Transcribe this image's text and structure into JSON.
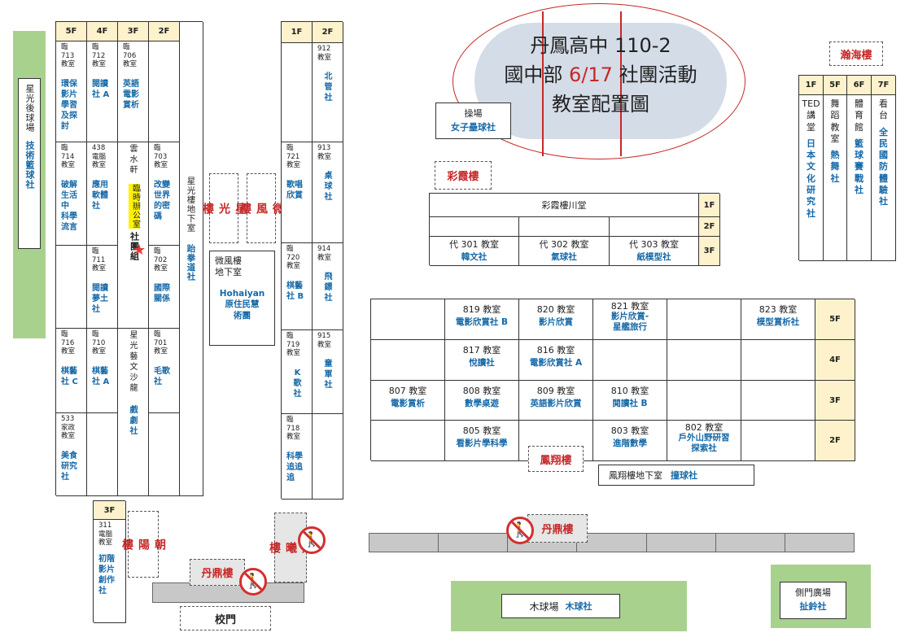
{
  "title": {
    "line1": "丹鳳高中 110-2",
    "line2a": "國中部 ",
    "line2b": "6/17",
    "line2c": " 社團活動",
    "line3": "教室配置圖"
  },
  "left_block": {
    "floors": [
      "5F",
      "4F",
      "3F",
      "2F"
    ],
    "r1": [
      {
        "room": "臨\n713\n教室",
        "club": "環保\n影片\n學習\n及探\n討"
      },
      {
        "room": "臨\n712\n教室",
        "club": "閱讀\n社 A"
      },
      {
        "room": "臨\n706\n教室",
        "club": "英語\n電影\n賞析"
      }
    ],
    "r2": [
      {
        "room": "臨\n714\n教室",
        "club": "破解\n生活\n中\n科學\n流言"
      },
      {
        "room": "438\n電腦\n教室",
        "club": "應用\n軟體\n社"
      },
      {
        "room": "雲\n水\n軒",
        "club": ""
      },
      {
        "room": "臨\n703\n教室",
        "club": "改變\n世界\n的密\n碼"
      }
    ],
    "r3": [
      {
        "room": "臨\n711\n教室",
        "club": "閱讀\n夢土\n社"
      },
      {
        "room": "臨\n702\n教室",
        "club": "國際\n關係"
      }
    ],
    "r4": [
      {
        "room": "臨\n716\n教室",
        "club": "棋藝\n社 C"
      },
      {
        "room": "臨\n710\n教室",
        "club": "棋藝\n社 A"
      },
      {
        "room": "星\n光\n藝\n文\n沙\n龍",
        "club": "戲\n劇\n社"
      },
      {
        "room": "臨\n701\n教室",
        "club": "毛歌\n社"
      }
    ],
    "r5": [
      {
        "room": "533\n家政\n教室",
        "club": "美食\n研究\n社"
      }
    ],
    "office": "臨時辦公室",
    "office_club": "社團組",
    "basement": "星光樓地下室",
    "basement_club": "跆拳道社"
  },
  "right_block": {
    "floors": [
      "1F",
      "2F"
    ],
    "rows": [
      {
        "room": "",
        "club": ""
      },
      {
        "room": "臨\n721\n教室",
        "club": "歌唱\n欣賞"
      },
      {
        "room": "臨\n720\n教室",
        "club": "棋藝\n社 B"
      },
      {
        "room": "臨\n719\n教室",
        "club": "K\n歌\n社"
      },
      {
        "room": "臨\n718\n教室",
        "club": "科學\n追追\n追"
      }
    ],
    "rows2": [
      {
        "room": "912\n教室",
        "club": "北\n管\n社"
      },
      {
        "room": "913\n教室",
        "club": "桌\n球\n社"
      },
      {
        "room": "914\n教室",
        "club": "飛\n鏢\n社"
      },
      {
        "room": "915\n教室",
        "club": "童\n軍\n社"
      },
      {
        "room": "",
        "club": ""
      }
    ]
  },
  "chaoyang": {
    "floor": "3F",
    "room": "311\n電腦\n教室",
    "club": "初階\n影片\n創作\n社",
    "label": "朝\n陽\n樓"
  },
  "buildings": {
    "xingguang": "星\n光\n樓",
    "weifeng": "微\n風\n樓",
    "yingxi": "迎\n曦\n樓",
    "caixia": "彩霞樓",
    "hanhai": "瀚海樓",
    "fengxiang": "鳳翔樓",
    "danding": "丹鼎樓"
  },
  "weifeng_basement": {
    "room": "微風樓\n地下室",
    "club": "Hohaiyan\n原住民慧\n術團"
  },
  "sports": {
    "back_field": "星光後球場",
    "back_field_club": "技術籃球社",
    "playground": "操場",
    "playground_club": "女子壘球社",
    "wood": "木球場",
    "wood_club": "木球社",
    "side": "側門廣場",
    "side_club": "扯鈴社",
    "gate": "校門"
  },
  "caixia_block": {
    "hall": "彩霞樓川堂",
    "floors": [
      "1F",
      "2F",
      "3F"
    ],
    "rooms": [
      {
        "room": "代 301 教室",
        "club": "韓文社"
      },
      {
        "room": "代 302 教室",
        "club": "氣球社"
      },
      {
        "room": "代 303 教室",
        "club": "紙模型社"
      }
    ]
  },
  "hanhai_block": {
    "floors": [
      "1F",
      "5F",
      "6F",
      "7F"
    ],
    "cols": [
      {
        "room": "TED\n講\n堂",
        "club": "日\n本\n文\n化\n研\n究\n社"
      },
      {
        "room": "舞\n蹈\n教\n室",
        "club": "熱\n舞\n社"
      },
      {
        "room": "體\n育\n館",
        "club": "籃\n球\n賽\n戰\n社"
      },
      {
        "room": "看\n台",
        "club": "全\n民\n國\n防\n體\n驗\n社"
      }
    ]
  },
  "fengxiang_block": {
    "floors": [
      "5F",
      "4F",
      "3F",
      "2F"
    ],
    "f5": [
      {
        "room": "819 教室",
        "club": "電影欣賞社 B"
      },
      {
        "room": "820 教室",
        "club": "影片欣賞"
      },
      {
        "room": "821 教室",
        "club": "影片欣賞-\n星艦旅行"
      },
      {
        "room": "823 教室",
        "club": "模型賞析社"
      }
    ],
    "f4": [
      {
        "room": "817 教室",
        "club": "悅讀社"
      },
      {
        "room": "816 教室",
        "club": "電影欣賞社 A"
      }
    ],
    "f3": [
      {
        "room": "807 教室",
        "club": "電影賞析"
      },
      {
        "room": "808 教室",
        "club": "數學桌遊"
      },
      {
        "room": "809 教室",
        "club": "英語影片欣賞"
      },
      {
        "room": "810 教室",
        "club": "閱讀社 B"
      }
    ],
    "f2": [
      {
        "room": "805 教室",
        "club": "看影片學科學"
      },
      {
        "room": "803 教室",
        "club": "進階數學"
      },
      {
        "room": "802 教室",
        "club": "戶外山野研習\n探索社"
      }
    ],
    "basement": "鳳翔樓地下室",
    "basement_club": "撞球社"
  }
}
